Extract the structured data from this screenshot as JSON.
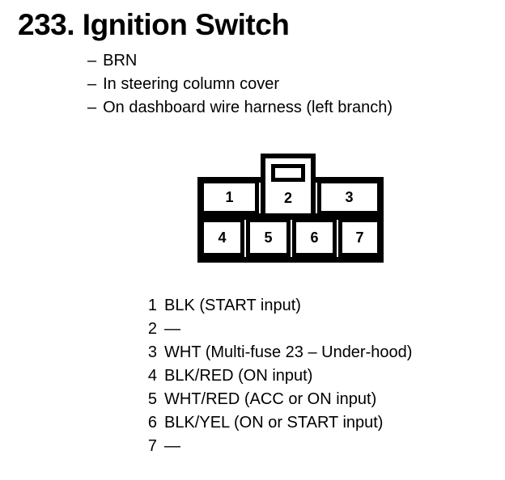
{
  "header": {
    "title": "233. Ignition Switch",
    "bullet_dash": "–",
    "notes": [
      "BRN",
      "In steering column cover",
      "On dashboard wire harness (left branch)"
    ]
  },
  "connector": {
    "top_row_pins": [
      "1",
      "2",
      "3"
    ],
    "bottom_row_pins": [
      "4",
      "5",
      "6",
      "7"
    ]
  },
  "pin_list": [
    {
      "pin": "1",
      "desc": "BLK (START input)"
    },
    {
      "pin": "2",
      "desc": "—"
    },
    {
      "pin": "3",
      "desc": "WHT (Multi-fuse 23 – Under-hood)"
    },
    {
      "pin": "4",
      "desc": "BLK/RED (ON input)"
    },
    {
      "pin": "5",
      "desc": "WHT/RED (ACC or ON input)"
    },
    {
      "pin": "6",
      "desc": "BLK/YEL (ON or START input)"
    },
    {
      "pin": "7",
      "desc": "—"
    }
  ],
  "colors": {
    "ink": "#000000",
    "paper": "#ffffff"
  }
}
